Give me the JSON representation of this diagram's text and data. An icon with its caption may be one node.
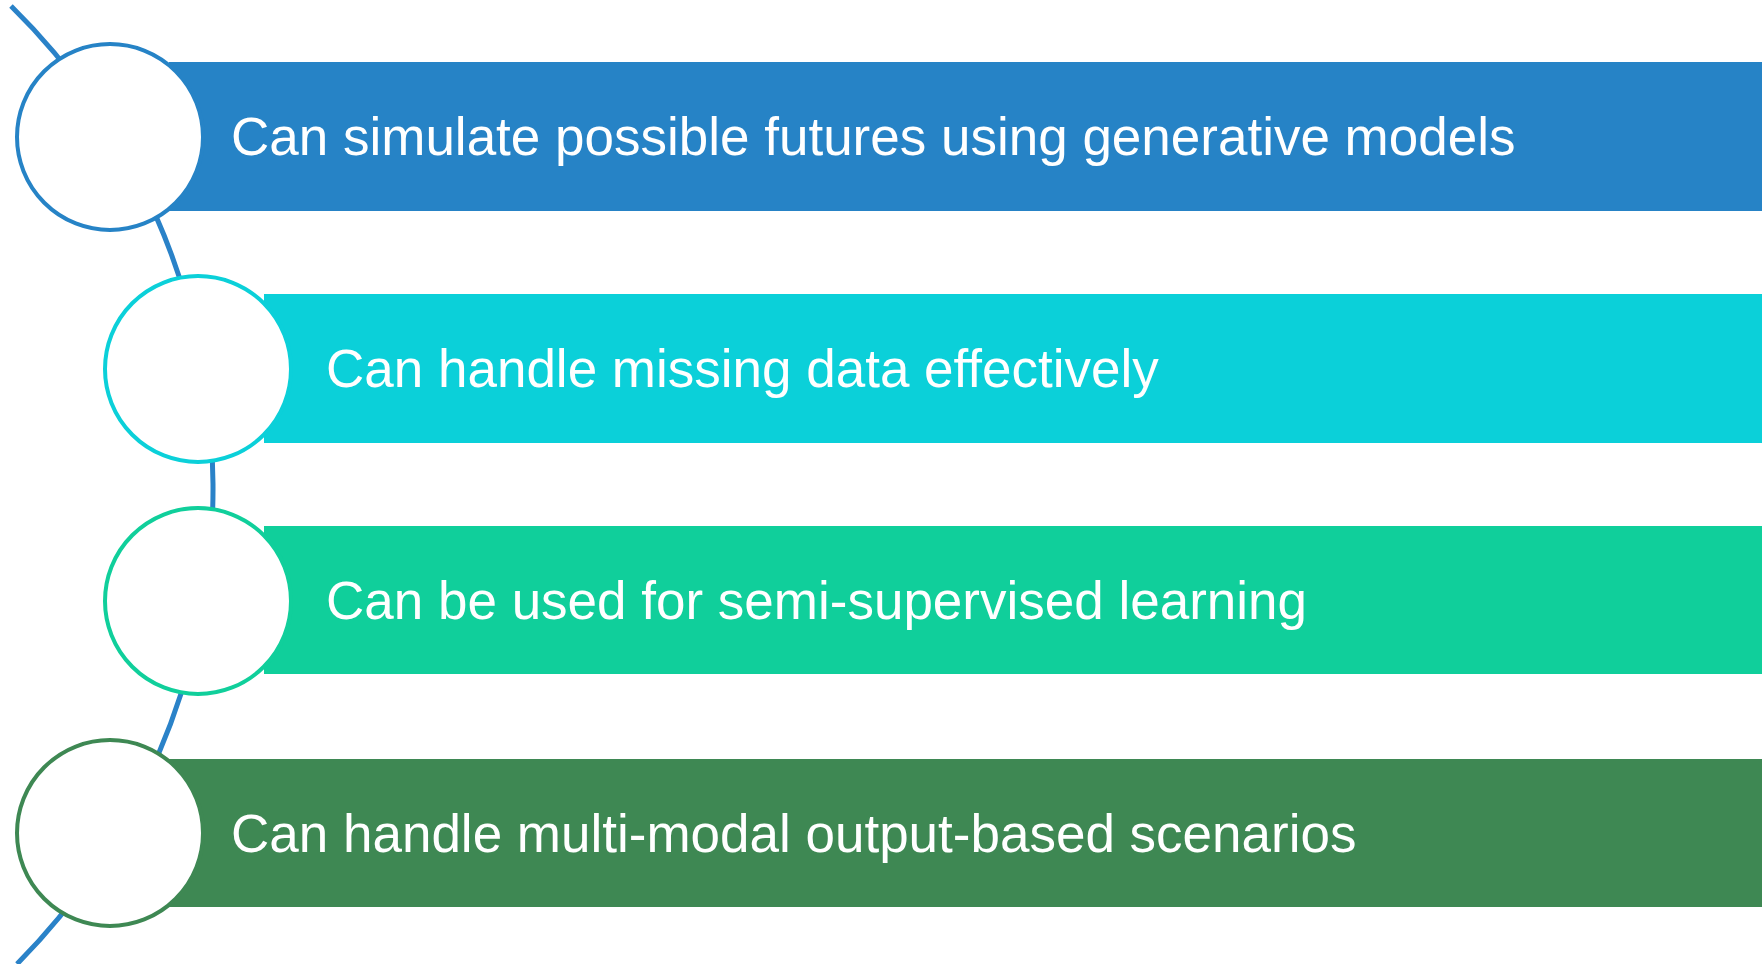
{
  "diagram": {
    "nodes": [
      {
        "text": [
          "Can simulate possible futures using generative models"
        ]
      },
      {
        "text": [
          "Can handle missing data effectively"
        ]
      },
      {
        "text": [
          "Can be used for semi-supervised learning"
        ]
      },
      {
        "text": [
          "Can handle multi-modal output-based scenarios"
        ]
      },
      {
        "text": [],
        "shape": "circle"
      },
      {
        "text": [],
        "shape": "circle"
      },
      {
        "text": [],
        "shape": "circle"
      },
      {
        "text": [],
        "shape": "circle"
      }
    ]
  }
}
